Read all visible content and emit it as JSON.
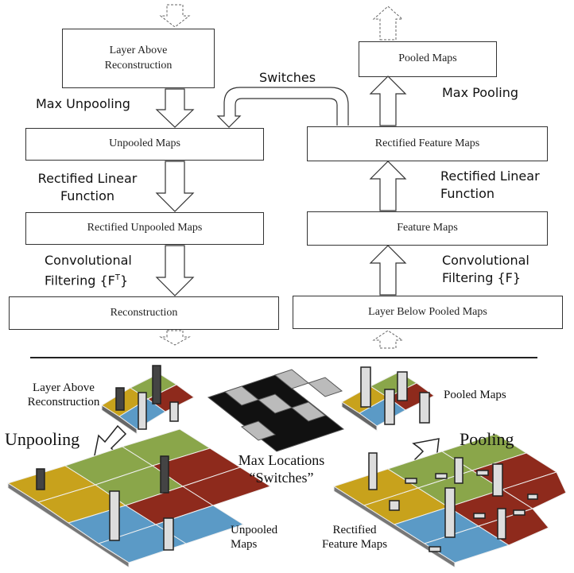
{
  "top": {
    "decon_boxes": {
      "layer_above": "Layer Above\nReconstruction",
      "unpooled": "Unpooled Maps",
      "rect_unpooled": "Rectified Unpooled Maps",
      "reconstruction": "Reconstruction"
    },
    "conv_boxes": {
      "pooled": "Pooled Maps",
      "rect_feature": "Rectified Feature Maps",
      "feature": "Feature Maps",
      "layer_below": "Layer Below Pooled Maps"
    },
    "labels": {
      "max_unpooling": "Max Unpooling",
      "switches": "Switches",
      "max_pooling": "Max Pooling",
      "relu_left_1": "Rectified Linear",
      "relu_left_2": "Function",
      "relu_right_1": "Rectified Linear",
      "relu_right_2": "Function",
      "conv_left_1": "Convolutional",
      "conv_left_2": "Filtering {F",
      "conv_left_sup": "T",
      "conv_left_end": "}",
      "conv_right_1": "Convolutional",
      "conv_right_2": "Filtering {F}"
    }
  },
  "bottom": {
    "layer_above": "Layer Above\nReconstruction",
    "unpooling": "Unpooling",
    "unpooled_maps": "Unpooled\nMaps",
    "max_locations": "Max Locations",
    "switches": "“Switches”",
    "pooled_maps": "Pooled Maps",
    "pooling": "Pooling",
    "rect_feature_maps": "Rectified\nFeature Maps"
  },
  "colors": {
    "yellow": "#c8a21c",
    "green": "#8aa64a",
    "blue": "#5b9ac6",
    "red": "#8e2a1c",
    "dark_bar": "#444444",
    "light_bar": "#dddddd"
  }
}
